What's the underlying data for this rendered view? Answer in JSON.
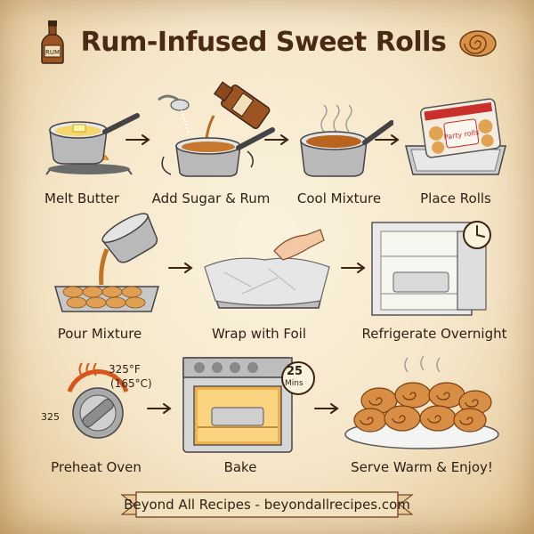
{
  "title": "Rum-Infused Sweet Rolls",
  "icons": {
    "rum_bottle_label": "RUM",
    "package_brand": "Party rolls"
  },
  "steps": [
    {
      "label": "Melt Butter",
      "icon": "saucepan-butter-icon"
    },
    {
      "label": "Add Sugar & Rum",
      "icon": "pour-rum-icon"
    },
    {
      "label": "Cool Mixture",
      "icon": "cooling-pan-icon"
    },
    {
      "label": "Place Rolls",
      "icon": "rolls-package-icon"
    },
    {
      "label": "Pour Mixture",
      "icon": "pour-mixture-icon"
    },
    {
      "label": "Wrap with Foil",
      "icon": "foil-wrap-icon"
    },
    {
      "label": "Refrigerate Overnight",
      "icon": "refrigerator-icon"
    },
    {
      "label": "Preheat Oven",
      "icon": "oven-dial-icon"
    },
    {
      "label": "Bake",
      "icon": "oven-icon"
    },
    {
      "label": "Serve Warm & Enjoy!",
      "icon": "cinnamon-rolls-platter-icon"
    }
  ],
  "preheat": {
    "temp_f": "325°F",
    "temp_c": "(165°C)",
    "dial_value": "325"
  },
  "bake_timer": {
    "value": "25",
    "unit": "Mins"
  },
  "footer": "Beyond All Recipes - beyondallrecipes.com"
}
